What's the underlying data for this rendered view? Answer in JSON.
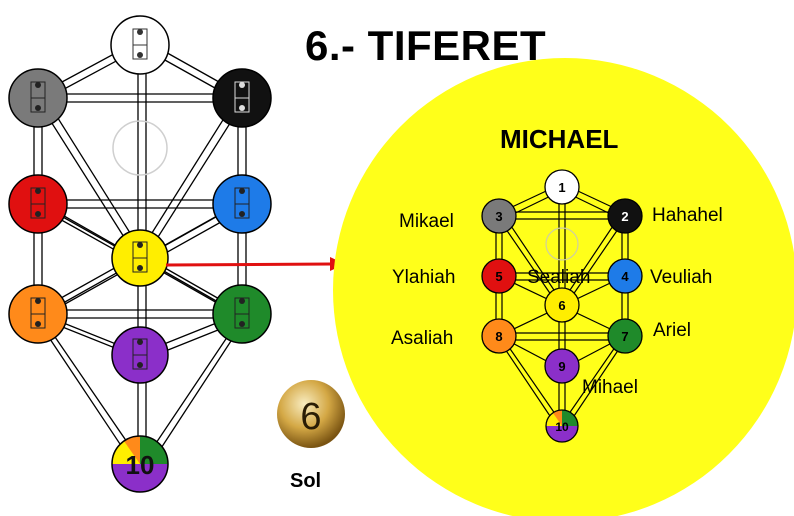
{
  "title": "6.- TIFERET",
  "angel_group": "MICHAEL",
  "planet": {
    "number": "6",
    "name": "Sol"
  },
  "left_tree": {
    "tenth_label": "10"
  },
  "right_tree": {
    "numbers": [
      "1",
      "2",
      "3",
      "4",
      "5",
      "6",
      "7",
      "8",
      "9",
      "10"
    ],
    "angels": {
      "n3": "Mikael",
      "n2": "Hahahel",
      "n5": "Ylahiah",
      "n6": "Sealiah",
      "n4": "Veuliah",
      "n8": "Asaliah",
      "n7": "Ariel",
      "n9": "Mihael"
    }
  },
  "colors": {
    "sphere1": "#ffffff",
    "sphere2": "#111111",
    "sphere3": "#7a7a7a",
    "sphere4": "#1e7be8",
    "sphere5": "#e01010",
    "sphere6": "#ffee00",
    "sphere7": "#1f8a2a",
    "sphere8": "#ff8a1a",
    "sphere9": "#8b2fc9",
    "big_circle": "#ffff1a",
    "arrow": "#e01010",
    "planet_light": "#f5e6b0",
    "planet_dark": "#8a6418"
  }
}
